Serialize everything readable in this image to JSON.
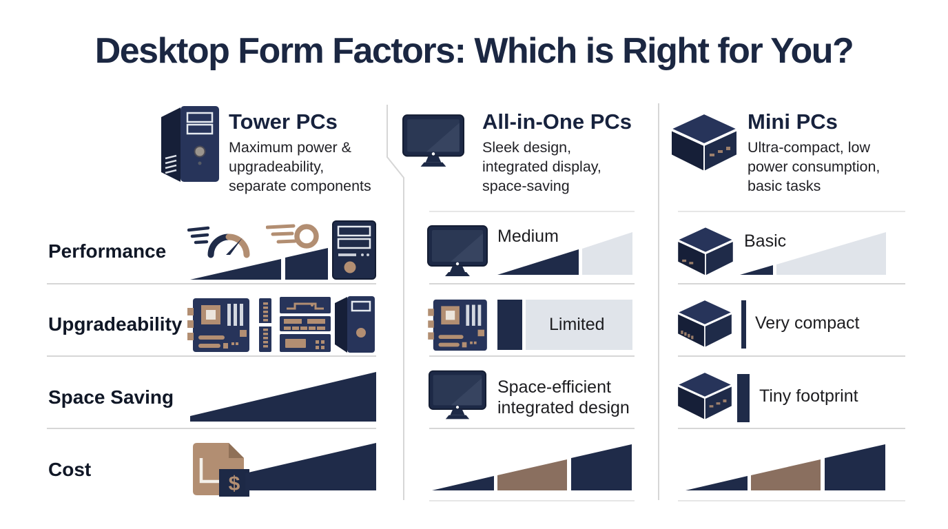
{
  "title": "Desktop Form Factors: Which is Right for You?",
  "columns": [
    {
      "name": "Tower PCs",
      "description": "Maximum power & upgradeability, separate components",
      "icon": "tower-pc-icon"
    },
    {
      "name": "All-in-One PCs",
      "description": "Sleek design, integrated display, space-saving",
      "icon": "all-in-one-monitor-icon"
    },
    {
      "name": "Mini PCs",
      "description": "Ultra-compact, low power consumption, basic tasks",
      "icon": "mini-pc-box-icon"
    }
  ],
  "rows": [
    {
      "label": "Performance",
      "cells": {
        "tower": {
          "icons": [
            "speedometer-icon",
            "comet-icon",
            "tower-pc-front-icon"
          ],
          "wedge_fill": 1.0,
          "wedge_segments": 2
        },
        "all_in_one": {
          "label": "Medium",
          "icons": [
            "all-in-one-monitor-icon"
          ],
          "wedge_fill": 0.6
        },
        "mini": {
          "label": "Basic",
          "icons": [
            "mini-pc-box-icon"
          ],
          "wedge_fill": 0.23
        }
      }
    },
    {
      "label": "Upgradeability",
      "cells": {
        "tower": {
          "icons": [
            "motherboard-icon",
            "ram-stick-icon",
            "pc-components-icon",
            "tower-pc-icon"
          ]
        },
        "all_in_one": {
          "label": "Limited",
          "icons": [
            "motherboard-icon"
          ],
          "bar_fill": 0.18
        },
        "mini": {
          "label": "Very compact",
          "icons": [
            "mini-pc-box-icon"
          ]
        }
      }
    },
    {
      "label": "Space Saving",
      "cells": {
        "tower": {
          "wedge_fill": 1.0
        },
        "all_in_one": {
          "label": "Space-efficient integrated design",
          "icons": [
            "all-in-one-monitor-icon"
          ]
        },
        "mini": {
          "label": "Tiny footprint",
          "icons": [
            "mini-pc-box-icon"
          ]
        }
      }
    },
    {
      "label": "Cost",
      "cells": {
        "tower": {
          "icons": [
            "price-document-icon"
          ],
          "dollar_symbol": "$",
          "wedge_fill": 1.0
        },
        "all_in_one": {
          "wedge_segment_colors": [
            "navy",
            "brown",
            "navy"
          ]
        },
        "mini": {
          "wedge_segment_colors": [
            "navy",
            "brown",
            "navy"
          ]
        }
      }
    }
  ],
  "colors": {
    "navy": "#1f2b49",
    "navy_mid": "#27345a",
    "navy_deep": "#161f38",
    "tan": "#b28e72",
    "tan_dark": "#8f7057",
    "brown": "#8a6f5f",
    "wedge_gray": "#e0e4ea",
    "line_gray": "#d6d6d6",
    "title": "#1b2742",
    "text": "#1d1d20",
    "label": "#101726"
  }
}
